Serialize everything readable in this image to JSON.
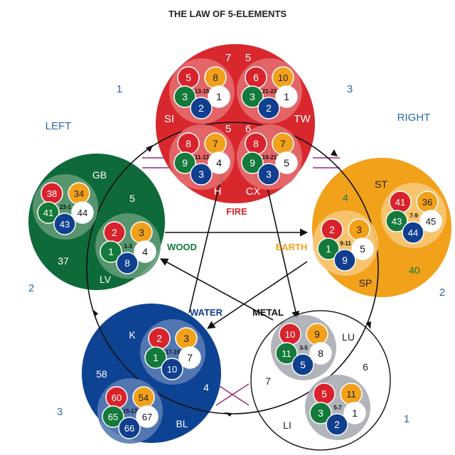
{
  "title": "THE LAW OF 5-ELEMENTS",
  "side_labels": {
    "left": "LEFT",
    "right": "RIGHT"
  },
  "colors": {
    "fire": "#d8282e",
    "wood": "#0f6a3a",
    "earth": "#f2a11b",
    "water": "#0e4393",
    "metal": "#ffffff",
    "ball_red": "#d8232c",
    "ball_orange": "#f2a11b",
    "ball_green": "#137a3b",
    "ball_blue": "#0f3f8e",
    "ball_white": "#ffffff",
    "label_blue": "#2e6aa8",
    "purple_line": "#a0277e",
    "arrow": "#111111"
  },
  "elements": {
    "fire": {
      "label": "FIRE",
      "pos_numbers": [
        "1",
        "3"
      ],
      "top_numbers": [
        "7",
        "5"
      ],
      "mid_number": "5",
      "mid_number2": "6",
      "outer_labels": [
        "SI",
        "TW",
        "H",
        "CX"
      ],
      "quads": [
        {
          "balls": [
            "5",
            "8",
            "3",
            "2",
            "1"
          ],
          "range": "13-15"
        },
        {
          "balls": [
            "6",
            "10",
            "3",
            "2",
            "1"
          ],
          "range": "21-23"
        },
        {
          "balls": [
            "8",
            "7",
            "9",
            "3",
            "4"
          ],
          "range": "11-13"
        },
        {
          "balls": [
            "8",
            "7",
            "9",
            "3",
            "5"
          ],
          "range": "19-21"
        }
      ]
    },
    "wood": {
      "label": "WOOD",
      "pos_number": "2",
      "organ_labels": [
        "GB",
        "LV"
      ],
      "numbers": [
        "5",
        "37"
      ],
      "quads": [
        {
          "balls": [
            "38",
            "34",
            "41",
            "43",
            "44"
          ],
          "range": "23-1"
        },
        {
          "balls": [
            "2",
            "3",
            "1",
            "8",
            "4"
          ],
          "range": "1-3"
        }
      ]
    },
    "earth": {
      "label": "EARTH",
      "pos_number": "2",
      "organ_labels": [
        "ST",
        "SP"
      ],
      "numbers": [
        "4",
        "40"
      ],
      "quads": [
        {
          "balls": [
            "41",
            "36",
            "43",
            "44",
            "45"
          ],
          "range": "7-9"
        },
        {
          "balls": [
            "2",
            "3",
            "1",
            "9",
            "5"
          ],
          "range": "9-11"
        }
      ]
    },
    "water": {
      "label": "WATER",
      "pos_number": "3",
      "organ_labels": [
        "K",
        "BL"
      ],
      "numbers": [
        "58",
        "4"
      ],
      "quads": [
        {
          "balls": [
            "2",
            "3",
            "1",
            "10",
            "7"
          ],
          "range": "17-19"
        },
        {
          "balls": [
            "60",
            "54",
            "65",
            "66",
            "67"
          ],
          "range": "15-17"
        }
      ]
    },
    "metal": {
      "label": "METAL",
      "pos_number": "1",
      "organ_labels": [
        "LU",
        "LI"
      ],
      "numbers": [
        "6",
        "7"
      ],
      "quads": [
        {
          "balls": [
            "10",
            "9",
            "11",
            "5",
            "8"
          ],
          "range": "3-5"
        },
        {
          "balls": [
            "5",
            "11",
            "3",
            "2",
            "1"
          ],
          "range": "5-7"
        }
      ]
    }
  }
}
